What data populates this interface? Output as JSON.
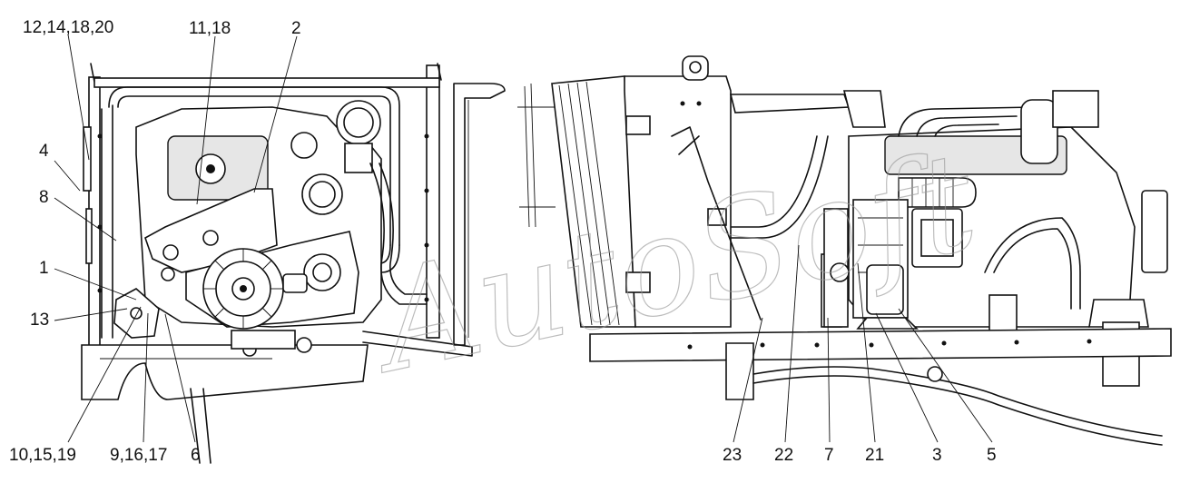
{
  "watermark": "AutoSoft",
  "callouts": [
    {
      "id": "c-12-14-18-20",
      "label": "12,14,18,20"
    },
    {
      "id": "c-11-18",
      "label": "11,18"
    },
    {
      "id": "c-2",
      "label": "2"
    },
    {
      "id": "c-4",
      "label": "4"
    },
    {
      "id": "c-8",
      "label": "8"
    },
    {
      "id": "c-1",
      "label": "1"
    },
    {
      "id": "c-13",
      "label": "13"
    },
    {
      "id": "c-10-15-19",
      "label": "10,15,19"
    },
    {
      "id": "c-9-16-17",
      "label": "9,16,17"
    },
    {
      "id": "c-6",
      "label": "6"
    },
    {
      "id": "c-23",
      "label": "23"
    },
    {
      "id": "c-22",
      "label": "22"
    },
    {
      "id": "c-7",
      "label": "7"
    },
    {
      "id": "c-21",
      "label": "21"
    },
    {
      "id": "c-3",
      "label": "3"
    },
    {
      "id": "c-5",
      "label": "5"
    }
  ]
}
